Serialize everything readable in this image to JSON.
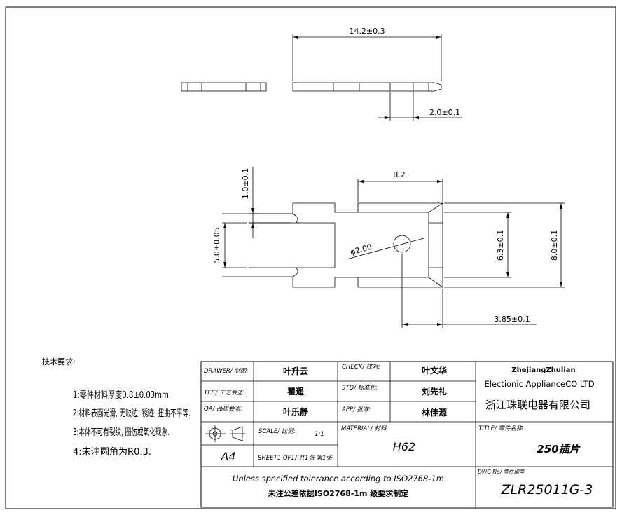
{
  "dimensions": {
    "overall_length": "14.2±0.3",
    "tab_width": "2.0±0.1",
    "slot_length": "8.2",
    "edge_step": "1.0±0.1",
    "shank_width": "5.0±0.05",
    "hole_dia": "φ2.00",
    "inner_width": "6.3±0.1",
    "outer_width": "8.0±0.1",
    "hole_offset": "3.85±0.1"
  },
  "requirements": {
    "title": "技术要求:",
    "items": [
      "1:零件材料厚度0.8±0.03mm.",
      "2:材料表面光滑, 无缺边, 锈迹, 扭曲不平等.",
      "3:本体不可有裂纹, 圈伤或氧化现象.",
      "4:未注圆角为R0.3."
    ]
  },
  "title_block": {
    "drawer_label": "DRAWER/ 制图:",
    "drawer_name": "叶升云",
    "check_label": "CHECK/ 校对:",
    "check_name": "叶文华",
    "tec_label": "TEC/ 工艺会签:",
    "tec_name": "瞿遥",
    "std_label": "STD/ 标准化:",
    "std_name": "刘先礼",
    "qa_label": "QA/ 品质会签:",
    "qa_name": "叶乐静",
    "app_label": "APP/ 批准:",
    "app_name": "林佳源",
    "scale_label": "SCALE/ 比例:",
    "scale_value": "1:1",
    "sheet_size": "A4",
    "sheet_info": "SHEET1 OF1/ 共1张 第1张",
    "material_label": "MATERIAL/ 材料",
    "material_value": "H62",
    "title_label": "TITLE/ 零件名称",
    "title_value": "250插片",
    "tolerance_en": "Unless specified tolerance according to ISO2768-1m",
    "tolerance_cn": "未注公差依据ISO2768-1m 级要求制定",
    "dwg_label": "DWG No/ 零件编号",
    "dwg_value": "ZLR25011G-3",
    "company_en_1": "ZhejiangZhulian",
    "company_en_2": "Electionic ApplianceCO LTD",
    "company_cn": "浙江珠联电器有限公司"
  }
}
